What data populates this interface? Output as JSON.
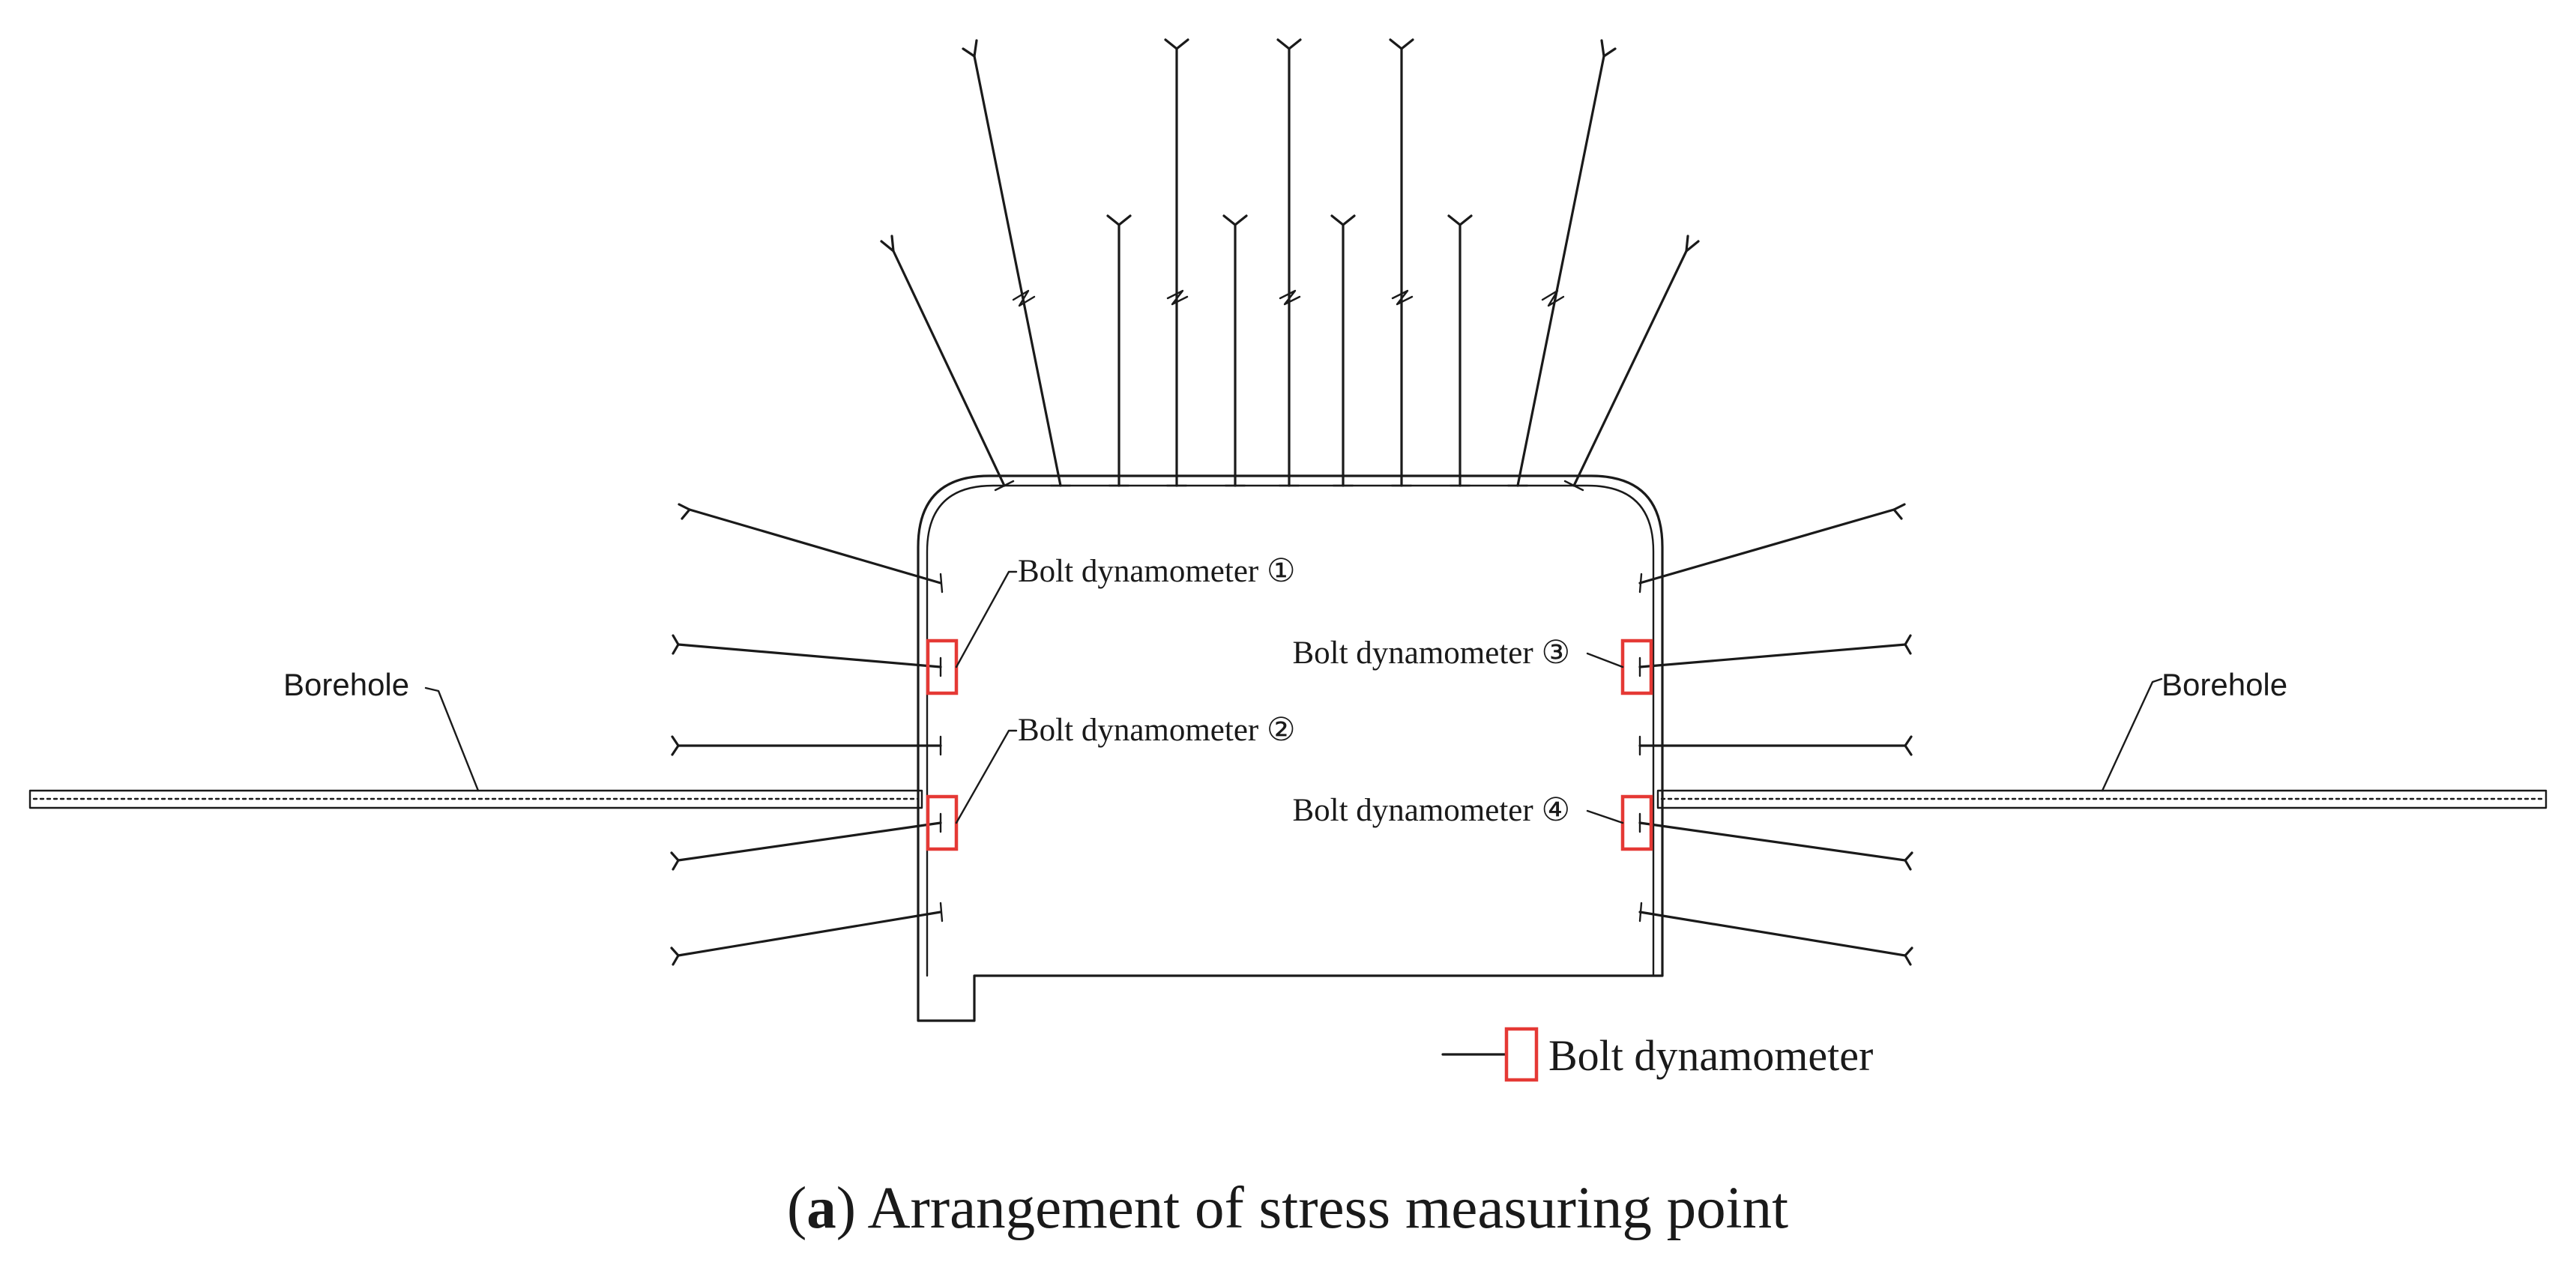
{
  "diagram": {
    "labels": {
      "dyn1": "Bolt dynamometer ①",
      "dyn2": "Bolt dynamometer ②",
      "dyn3": "Bolt dynamometer ③",
      "dyn4": "Bolt dynamometer ④",
      "borehole_left": "Borehole",
      "borehole_right": "Borehole"
    },
    "legend": {
      "label": "Bolt dynamometer"
    },
    "caption": {
      "letter": "a",
      "open": "(",
      "close": ")",
      "text": " Arrangement of stress measuring point"
    },
    "colors": {
      "line": "#1a1a1a",
      "dynamometer_box": "#e53935"
    }
  }
}
